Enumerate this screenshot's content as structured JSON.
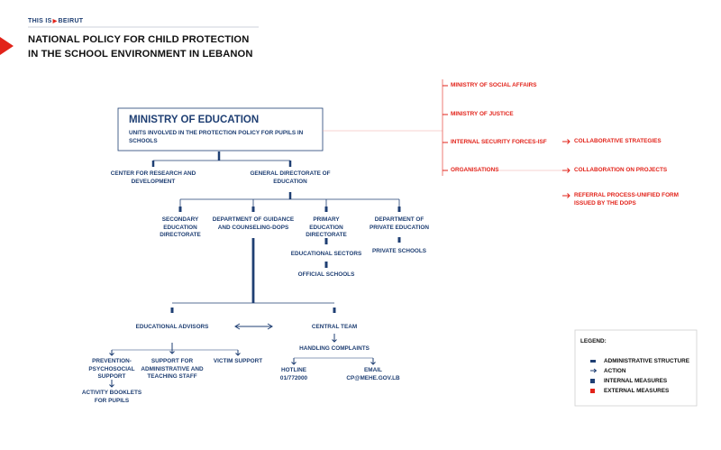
{
  "header": {
    "brand_prefix": "THIS IS",
    "brand_name": "BEIRUT",
    "title_line1": "NATIONAL POLICY FOR CHILD PROTECTION",
    "title_line2": "IN THE SCHOOL ENVIRONMENT IN LEBANON"
  },
  "ministry": {
    "title": "MINISTRY OF EDUCATION",
    "subtitle": "UNITS INVOLVED IN THE PROTECTION POLICY FOR PUPILS IN SCHOOLS"
  },
  "level1": {
    "research": "CENTER FOR RESEARCH AND DEVELOPMENT",
    "general": "GENERAL DIRECTORATE OF EDUCATION"
  },
  "level2": {
    "secondary": "SECONDARY EDUCATION DIRECTORATE",
    "dops": "DEPARTMENT OF GUIDANCE AND COUNSELING-DOPS",
    "primary": "PRIMARY EDUCATION DIRECTORATE",
    "private": "DEPARTMENT OF PRIVATE EDUCATION"
  },
  "level3": {
    "sectors": "EDUCATIONAL SECTORS",
    "official": "OFFICIAL SCHOOLS",
    "private_schools": "PRIVATE SCHOOLS"
  },
  "advisors": {
    "title": "EDUCATIONAL ADVISORS",
    "prevention": "PREVENTION-PSYCHOSOCIAL SUPPORT",
    "support": "SUPPORT FOR ADMINISTRATIVE AND TEACHING STAFF",
    "victim": "VICTIM SUPPORT",
    "booklets": "ACTIVITY BOOKLETS FOR PUPILS"
  },
  "central": {
    "title": "CENTRAL TEAM",
    "complaints": "HANDLING COMPLAINTS",
    "hotline_label": "HOTLINE",
    "hotline_number": "01/772000",
    "email_label": "EMAIL",
    "email_value": "CP@MEHE.GOV.LB"
  },
  "external": {
    "social": "MINISTRY OF SOCIAL AFFAIRS",
    "justice": "MINISTRY OF JUSTICE",
    "isf": "INTERNAL SECURITY FORCES-ISF",
    "orgs": "ORGANISATIONS",
    "strategies": "COLLABORATIVE STRATEGIES",
    "projects": "COLLABORATION ON PROJECTS",
    "referral": "REFERRAL PROCESS-UNIFIED FORM ISSUED BY THE DOPS"
  },
  "legend": {
    "title": "LEGEND:",
    "items": [
      "ADMINISTRATIVE STRUCTURE",
      "ACTION",
      "INTERNAL MEASURES",
      "EXTERNAL MEASURES"
    ]
  },
  "colors": {
    "navy": "#1f3f73",
    "red": "#e2231a"
  }
}
